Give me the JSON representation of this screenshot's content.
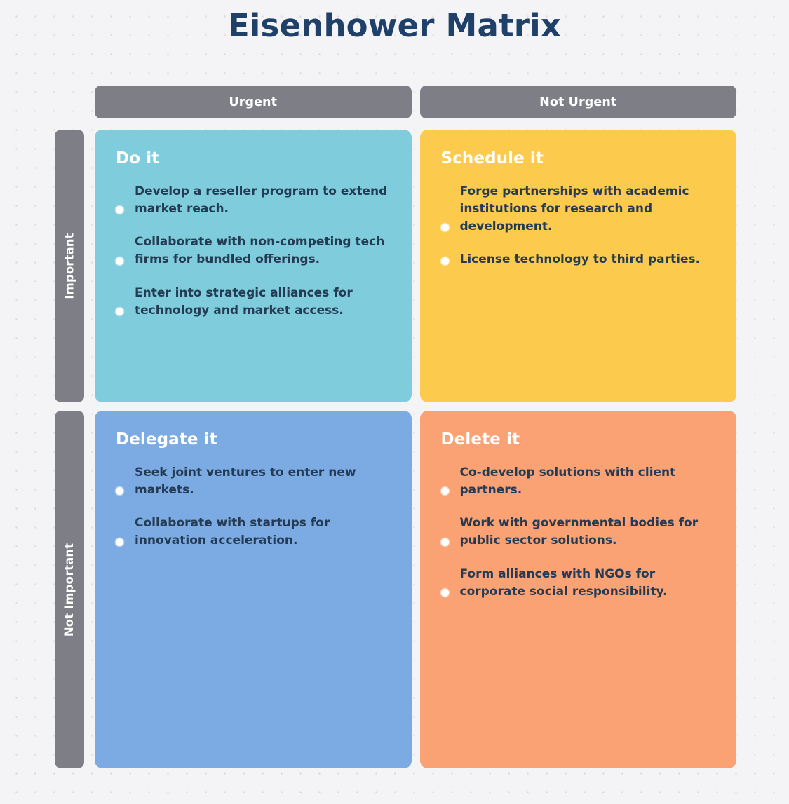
{
  "page_title": "Eisenhower Matrix",
  "colors": {
    "title": "#1f4068",
    "header_bar": "#7e7e87",
    "body_text": "#243b53",
    "quadrant_do": "#7fccdc",
    "quadrant_schedule": "#fccb4e",
    "quadrant_delegate": "#7cabe3",
    "quadrant_delete": "#fba274",
    "background": "#f4f4f6"
  },
  "column_headers": [
    {
      "label": "Urgent"
    },
    {
      "label": "Not Urgent"
    }
  ],
  "row_headers": [
    {
      "label": "Important"
    },
    {
      "label": "Not Important"
    }
  ],
  "quadrants": [
    {
      "key": "do",
      "title": "Do it",
      "tasks": [
        {
          "text": "Develop a reseller program to extend market reach."
        },
        {
          "text": "Collaborate with non-competing tech firms for bundled offerings."
        },
        {
          "text": "Enter into strategic alliances for technology and market access."
        }
      ]
    },
    {
      "key": "schedule",
      "title": "Schedule it",
      "tasks": [
        {
          "text": "Forge partnerships with academic institutions for research and development."
        },
        {
          "text": "License technology to third parties."
        }
      ]
    },
    {
      "key": "delegate",
      "title": "Delegate it",
      "tasks": [
        {
          "text": "Seek joint ventures to enter new markets."
        },
        {
          "text": "Collaborate with startups for innovation acceleration."
        }
      ]
    },
    {
      "key": "delete",
      "title": "Delete it",
      "tasks": [
        {
          "text": "Co-develop solutions with client partners."
        },
        {
          "text": "Work with governmental bodies for public sector solutions."
        },
        {
          "text": "Form alliances with NGOs for corporate social responsibility."
        }
      ]
    }
  ]
}
